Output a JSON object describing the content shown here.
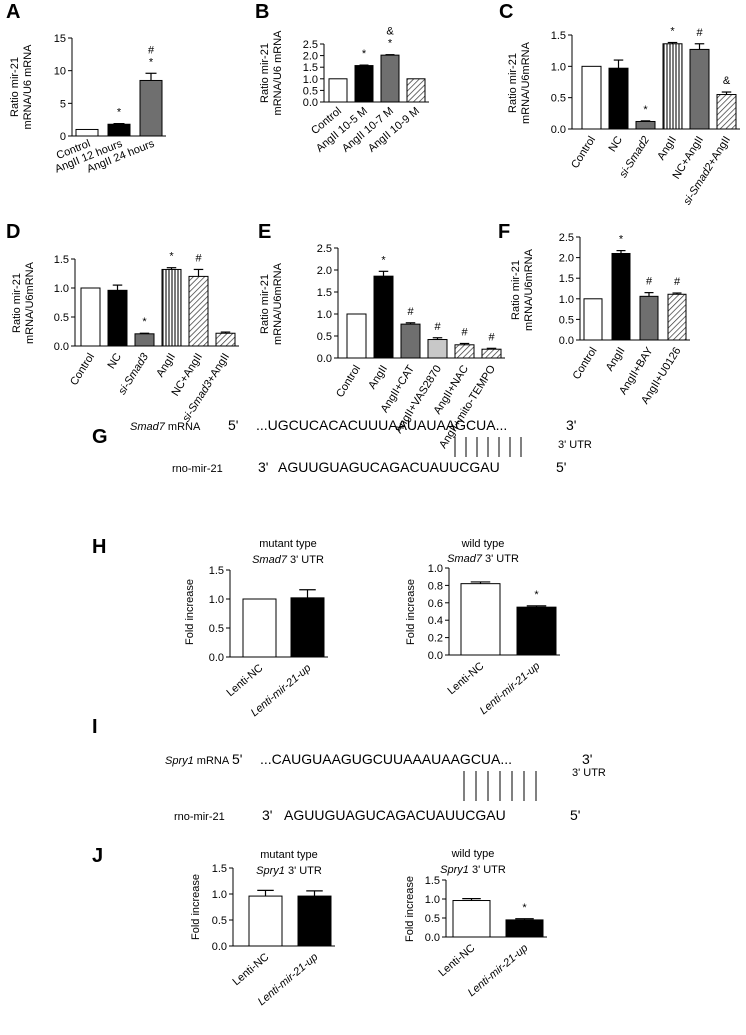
{
  "chart_data": [
    {
      "panel": "A",
      "type": "bar",
      "ylabel": "Ratio mir-21 mRNA/U6 mRNA",
      "ylim": [
        0,
        15
      ],
      "yticks": [
        "0",
        "5",
        "10",
        "15"
      ],
      "categories": [
        "Control",
        "AngII 12 hours",
        "AngII 24 hours"
      ],
      "values": [
        1.0,
        1.8,
        8.5
      ],
      "errors": [
        0,
        0.1,
        1.1
      ],
      "fills": [
        "white",
        "black",
        "gray"
      ],
      "marks": [
        "",
        "*",
        "#\n*"
      ]
    },
    {
      "panel": "B",
      "type": "bar",
      "ylabel": "Ratio mir-21 mRNA/U6 mRNA",
      "ylim": [
        0,
        2.5
      ],
      "yticks": [
        "0.0",
        "0.5",
        "1.0",
        "1.5",
        "2.0",
        "2.5"
      ],
      "categories": [
        "Control",
        "AngII 10-5 M",
        "AngII 10-7 M",
        "AngII 10-9 M"
      ],
      "values": [
        1.0,
        1.57,
        2.02,
        1.0
      ],
      "errors": [
        0,
        0.02,
        0.02,
        0
      ],
      "fills": [
        "white",
        "black",
        "gray",
        "hatch"
      ],
      "marks": [
        "",
        "*",
        "&\n*",
        ""
      ]
    },
    {
      "panel": "C",
      "type": "bar",
      "ylabel": "Ratio mir-21 mRNA/U6mRNA",
      "ylim": [
        0,
        1.5
      ],
      "yticks": [
        "0.0",
        "0.5",
        "1.0",
        "1.5"
      ],
      "categories": [
        "Control",
        "NC",
        "si-Smad2",
        "AngII",
        "NC+AngII",
        "si-Smad2+AngII"
      ],
      "values": [
        1.0,
        0.97,
        0.12,
        1.36,
        1.27,
        0.55
      ],
      "errors": [
        0,
        0.13,
        0.01,
        0.02,
        0.09,
        0.04
      ],
      "fills": [
        "white",
        "black",
        "gray",
        "vstripe",
        "gray",
        "hatch"
      ],
      "marks": [
        "",
        "",
        "*",
        "*",
        "#",
        "&"
      ]
    },
    {
      "panel": "D",
      "type": "bar",
      "ylabel": "Ratio mir-21 mRNA/U6mRNA",
      "ylim": [
        0,
        1.5
      ],
      "yticks": [
        "0.0",
        "0.5",
        "1.0",
        "1.5"
      ],
      "categories": [
        "Control",
        "NC",
        "si-Smad3",
        "AngII",
        "NC+AngII",
        "si-Smad3+AngII"
      ],
      "values": [
        1.0,
        0.96,
        0.21,
        1.32,
        1.2,
        0.22
      ],
      "errors": [
        0,
        0.09,
        0.01,
        0.03,
        0.12,
        0.02
      ],
      "fills": [
        "white",
        "black",
        "gray",
        "vstripe",
        "hatch",
        "hatch"
      ],
      "marks": [
        "",
        "",
        "*",
        "*",
        "#",
        ""
      ]
    },
    {
      "panel": "E",
      "type": "bar",
      "ylabel": "Ratio mir-21 mRNA/U6mRNA",
      "ylim": [
        0,
        2.5
      ],
      "yticks": [
        "0.0",
        "0.5",
        "1.0",
        "1.5",
        "2.0",
        "2.5"
      ],
      "categories": [
        "Control",
        "AngII",
        "AngII+CAT",
        "AngII+VAS2870",
        "AngII+NAC",
        "AngII+mito-TEMPO"
      ],
      "values": [
        1.0,
        1.86,
        0.77,
        0.42,
        0.3,
        0.2
      ],
      "errors": [
        0,
        0.11,
        0.03,
        0.04,
        0.03,
        0.02
      ],
      "fills": [
        "white",
        "black",
        "gray",
        "lightgray",
        "hatch",
        "hatch"
      ],
      "marks": [
        "",
        "*",
        "#",
        "#",
        "#",
        "#"
      ]
    },
    {
      "panel": "F",
      "type": "bar",
      "ylabel": "Ratio mir-21 mRNA/U6mRNA",
      "ylim": [
        0,
        2.5
      ],
      "yticks": [
        "0.0",
        "0.5",
        "1.0",
        "1.5",
        "2.0",
        "2.5"
      ],
      "categories": [
        "Control",
        "AngII",
        "AngII+BAY",
        "AngII+U0126"
      ],
      "values": [
        1.0,
        2.1,
        1.06,
        1.11
      ],
      "errors": [
        0,
        0.07,
        0.09,
        0.03
      ],
      "fills": [
        "white",
        "black",
        "gray",
        "hatch"
      ],
      "marks": [
        "",
        "*",
        "#",
        "#"
      ]
    },
    {
      "panel": "H",
      "type": "bar",
      "title1": "mutant type",
      "title2": "Smad7 3' UTR",
      "ylabel": "Fold increase",
      "ylim": [
        0,
        1.5
      ],
      "yticks": [
        "0.0",
        "0.5",
        "1.0",
        "1.5"
      ],
      "categories": [
        "Lenti-NC",
        "Lenti-mir-21-up"
      ],
      "values": [
        1.0,
        1.02
      ],
      "errors": [
        0,
        0.14
      ],
      "fills": [
        "white",
        "black"
      ],
      "marks": [
        "",
        ""
      ]
    },
    {
      "panel": "",
      "type": "bar",
      "title1": "wild type",
      "title2": "Smad7 3' UTR",
      "ylabel": "Fold increase",
      "ylim": [
        0,
        1.0
      ],
      "yticks": [
        "0.0",
        "0.2",
        "0.4",
        "0.6",
        "0.8",
        "1.0"
      ],
      "categories": [
        "Lenti-NC",
        "Lenti-mir-21-up"
      ],
      "values": [
        0.82,
        0.55
      ],
      "errors": [
        0.02,
        0.015
      ],
      "fills": [
        "white",
        "black"
      ],
      "marks": [
        "",
        "*"
      ]
    },
    {
      "panel": "J",
      "type": "bar",
      "title1": "mutant type",
      "title2": "Spry1 3' UTR",
      "ylabel": "Fold increase",
      "ylim": [
        0,
        1.5
      ],
      "yticks": [
        "0.0",
        "0.5",
        "1.0",
        "1.5"
      ],
      "categories": [
        "Lenti-NC",
        "Lenti-mir-21-up"
      ],
      "values": [
        0.96,
        0.96
      ],
      "errors": [
        0.11,
        0.1
      ],
      "fills": [
        "white",
        "black"
      ],
      "marks": [
        "",
        ""
      ]
    },
    {
      "panel": "",
      "type": "bar",
      "title1": "wild type",
      "title2": "Spry1 3' UTR",
      "ylabel": "Fold increase",
      "ylim": [
        0,
        1.5
      ],
      "yticks": [
        "0.0",
        "0.5",
        "1.0",
        "1.5"
      ],
      "categories": [
        "Lenti-NC",
        "Lenti-mir-21-up"
      ],
      "values": [
        0.96,
        0.45
      ],
      "errors": [
        0.05,
        0.03
      ],
      "fills": [
        "white",
        "black"
      ],
      "marks": [
        "",
        "*"
      ]
    }
  ],
  "sequences": {
    "G": {
      "panel": "G",
      "mrna_gene": "Smad7",
      "mrna_suffix": " mRNA",
      "mrna_five": "5'",
      "mrna_seq": "...UGCUCACACUUUAAUAUAAGCUA...",
      "mrna_three": "3'",
      "utr": "3' UTR",
      "mir_label": "rno-mir-21",
      "mir_three": "3'",
      "mir_seq": "AGUUGUAGUCAGACUAUUCGAU",
      "mir_five": "5'"
    },
    "I": {
      "panel": "I",
      "mrna_gene": "Spry1",
      "mrna_suffix": " mRNA",
      "mrna_five": "5'",
      "mrna_seq": "...CAUGUAAGUGCUUAAAUAAGCUA...",
      "mrna_three": "3'",
      "utr": "3' UTR",
      "mir_label": "rno-mir-21",
      "mir_three": "3'",
      "mir_seq": "AGUUGUAGUCAGACUAUUCGAU",
      "mir_five": "5'"
    }
  }
}
